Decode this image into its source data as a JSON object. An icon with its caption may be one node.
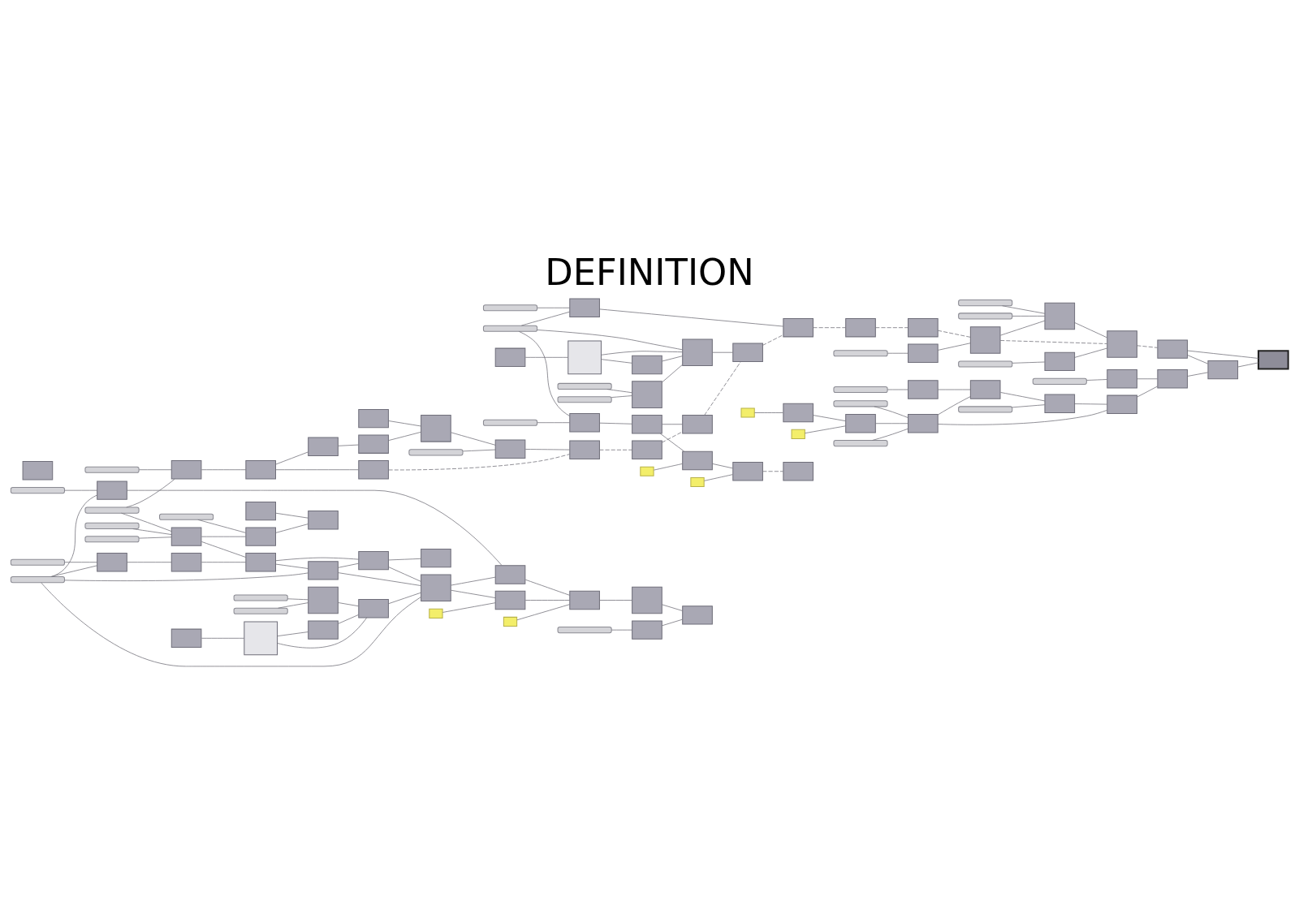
{
  "diagram": {
    "title": "DEFINITION",
    "nodes": [
      {
        "text": [],
        "shape": "bar"
      },
      {
        "text": [],
        "shape": "bar"
      },
      {
        "text": [],
        "shape": "box"
      },
      {
        "text": [],
        "shape": "box"
      },
      {
        "text": [],
        "shape": "box"
      },
      {
        "text": [],
        "shape": "box"
      },
      {
        "text": [],
        "shape": "box"
      },
      {
        "text": [],
        "shape": "box"
      },
      {
        "text": [],
        "shape": "box"
      },
      {
        "text": [],
        "shape": "bar"
      },
      {
        "text": [],
        "shape": "box"
      },
      {
        "text": [],
        "shape": "box"
      },
      {
        "text": [],
        "shape": "box"
      },
      {
        "text": [],
        "shape": "bar"
      },
      {
        "text": [],
        "shape": "bar"
      },
      {
        "text": [],
        "shape": "box"
      },
      {
        "text": [],
        "shape": "box"
      },
      {
        "text": [],
        "shape": "box"
      },
      {
        "text": [],
        "shape": "box"
      },
      {
        "text": [],
        "shape": "box"
      },
      {
        "text": [],
        "shape": "box"
      },
      {
        "text": [],
        "shape": "box"
      },
      {
        "text": [],
        "shape": "box"
      },
      {
        "text": [],
        "shape": "box"
      },
      {
        "text": [],
        "shape": "box"
      },
      {
        "text": [],
        "shape": "box"
      },
      {
        "text": [],
        "shape": "box"
      },
      {
        "text": [],
        "shape": "box"
      },
      {
        "text": [],
        "shape": "box"
      },
      {
        "text": [],
        "shape": "box"
      },
      {
        "text": [],
        "shape": "bar"
      },
      {
        "text": [],
        "shape": "box"
      },
      {
        "text": [],
        "shape": "bar"
      },
      {
        "text": [],
        "shape": "bar"
      },
      {
        "text": [],
        "shape": "box"
      },
      {
        "text": [],
        "shape": "box"
      },
      {
        "text": [],
        "shape": "bar"
      },
      {
        "text": [],
        "shape": "box"
      },
      {
        "text": [],
        "shape": "box"
      },
      {
        "text": [],
        "shape": "bar"
      },
      {
        "text": [],
        "shape": "box"
      },
      {
        "text": [],
        "shape": "bar"
      },
      {
        "text": [],
        "shape": "bar"
      },
      {
        "text": [],
        "shape": "box"
      },
      {
        "text": [],
        "shape": "box"
      },
      {
        "text": [],
        "shape": "box"
      },
      {
        "text": [],
        "shape": "box"
      },
      {
        "text": [],
        "shape": "box"
      },
      {
        "text": [],
        "shape": "box"
      },
      {
        "text": [],
        "shape": "box"
      },
      {
        "text": [],
        "shape": "bar"
      },
      {
        "text": [],
        "shape": "bar"
      },
      {
        "text": [],
        "shape": "box"
      },
      {
        "text": [],
        "shape": "bar"
      },
      {
        "text": [],
        "shape": "box"
      },
      {
        "text": [],
        "shape": "box"
      },
      {
        "text": [],
        "shape": "bar"
      },
      {
        "text": [],
        "shape": "box"
      },
      {
        "text": [],
        "shape": "box"
      },
      {
        "text": [],
        "shape": "bar"
      },
      {
        "text": [],
        "shape": "box"
      },
      {
        "text": [],
        "shape": "box"
      },
      {
        "text": [],
        "shape": "box"
      },
      {
        "text": [],
        "shape": "box"
      },
      {
        "text": [],
        "shape": "bar"
      },
      {
        "text": [],
        "shape": "bar"
      },
      {
        "text": [],
        "shape": "box"
      },
      {
        "text": [],
        "shape": "bar"
      },
      {
        "text": [],
        "shape": "bar"
      },
      {
        "text": [],
        "shape": "box"
      },
      {
        "text": [],
        "shape": "box"
      },
      {
        "text": [],
        "shape": "box"
      },
      {
        "text": [],
        "shape": "box"
      },
      {
        "text": [],
        "shape": "box"
      },
      {
        "text": [],
        "shape": "bar"
      },
      {
        "text": [],
        "shape": "box"
      },
      {
        "text": [],
        "shape": "box"
      },
      {
        "text": [],
        "shape": "box"
      },
      {
        "text": [],
        "shape": "box"
      },
      {
        "text": [],
        "shape": "box"
      },
      {
        "text": [],
        "shape": "box"
      },
      {
        "text": [],
        "shape": "box"
      },
      {
        "text": [],
        "shape": "box"
      },
      {
        "text": [],
        "shape": "box"
      },
      {
        "text": [],
        "shape": "box"
      },
      {
        "text": [],
        "shape": "box"
      },
      {
        "text": [],
        "shape": "box"
      },
      {
        "text": [],
        "shape": "bar"
      },
      {
        "text": [],
        "shape": "box"
      },
      {
        "text": [],
        "shape": "box"
      },
      {
        "text": [],
        "shape": "bar"
      },
      {
        "text": [],
        "shape": "box"
      },
      {
        "text": [],
        "shape": "box"
      },
      {
        "text": [],
        "shape": "box"
      },
      {
        "text": [],
        "shape": "box"
      },
      {
        "text": [],
        "shape": "box"
      },
      {
        "text": [],
        "shape": "bar"
      },
      {
        "text": [],
        "shape": "bar"
      },
      {
        "text": [],
        "shape": "box"
      }
    ],
    "edges": [
      {
        "from": 0,
        "to": 2,
        "arrow": "none"
      },
      {
        "from": 1,
        "to": 2,
        "arrow": "none"
      },
      {
        "from": 2,
        "to": 3,
        "arrow": "none"
      },
      {
        "from": 3,
        "to": 4,
        "arrow": "none"
      },
      {
        "from": 4,
        "to": 5,
        "arrow": "none"
      },
      {
        "from": 3,
        "to": 6,
        "arrow": "none"
      },
      {
        "from": 5,
        "to": 8,
        "arrow": "none"
      },
      {
        "from": 7,
        "to": 8,
        "arrow": "none"
      },
      {
        "from": 8,
        "to": 10,
        "arrow": "none"
      },
      {
        "from": 9,
        "to": 10,
        "arrow": "none"
      },
      {
        "from": 10,
        "to": 11,
        "arrow": "none"
      },
      {
        "from": 6,
        "to": 11,
        "arrow": "none",
        "style": "dashed"
      },
      {
        "from": 11,
        "to": 12,
        "arrow": "none",
        "style": "dashed"
      },
      {
        "from": 13,
        "to": 15,
        "arrow": "none"
      },
      {
        "from": 14,
        "to": 15,
        "arrow": "none"
      },
      {
        "from": 15,
        "to": 16,
        "arrow": "none"
      },
      {
        "from": 16,
        "to": 19,
        "arrow": "none"
      },
      {
        "from": 16,
        "to": 17,
        "arrow": "none"
      },
      {
        "from": 12,
        "to": 17,
        "arrow": "none",
        "style": "dashed"
      },
      {
        "from": 18,
        "to": 19,
        "arrow": "none"
      },
      {
        "from": 19,
        "to": 21,
        "arrow": "none"
      },
      {
        "from": 20,
        "to": 21,
        "arrow": "none"
      },
      {
        "from": 21,
        "to": 22,
        "arrow": "none",
        "style": "dashed"
      },
      {
        "from": 17,
        "to": 23,
        "arrow": "none",
        "style": "dashed"
      },
      {
        "from": 29,
        "to": 23,
        "arrow": "none"
      },
      {
        "from": 23,
        "to": 24,
        "arrow": "none",
        "style": "dashed"
      },
      {
        "from": 31,
        "to": 24,
        "arrow": "none"
      },
      {
        "from": 24,
        "to": 25,
        "arrow": "none",
        "style": "dashed"
      },
      {
        "from": 26,
        "to": 27,
        "arrow": "none"
      },
      {
        "from": 27,
        "to": 28,
        "arrow": "none"
      },
      {
        "from": 27,
        "to": 29,
        "arrow": "none"
      },
      {
        "from": 28,
        "to": 29,
        "arrow": "none"
      },
      {
        "from": 14,
        "to": 29,
        "arrow": "none"
      },
      {
        "from": 34,
        "to": 29,
        "arrow": "none"
      },
      {
        "from": 30,
        "to": 31,
        "arrow": "none"
      },
      {
        "from": 14,
        "to": 31,
        "arrow": "none"
      },
      {
        "from": 32,
        "to": 34,
        "arrow": "none"
      },
      {
        "from": 33,
        "to": 34,
        "arrow": "none"
      },
      {
        "from": 25,
        "to": 35,
        "arrow": "none",
        "style": "dashed"
      },
      {
        "from": 36,
        "to": 37,
        "arrow": "none"
      },
      {
        "from": 35,
        "to": 38,
        "arrow": "none",
        "style": "dashed"
      },
      {
        "from": 37,
        "to": 38,
        "arrow": "none"
      },
      {
        "from": 39,
        "to": 40,
        "arrow": "none"
      },
      {
        "from": 38,
        "to": 43,
        "arrow": "none"
      },
      {
        "from": 41,
        "to": 43,
        "arrow": "none"
      },
      {
        "from": 42,
        "to": 43,
        "arrow": "none"
      },
      {
        "from": 38,
        "to": 44,
        "arrow": "none",
        "style": "dashed"
      },
      {
        "from": 40,
        "to": 44,
        "arrow": "none"
      },
      {
        "from": 43,
        "to": 44,
        "arrow": "none"
      },
      {
        "from": 44,
        "to": 45,
        "arrow": "none",
        "style": "dashed"
      },
      {
        "from": 46,
        "to": 47,
        "arrow": "none"
      },
      {
        "from": 47,
        "to": 48,
        "arrow": "none"
      },
      {
        "from": 49,
        "to": 48,
        "arrow": "none"
      },
      {
        "from": 48,
        "to": 52,
        "arrow": "none"
      },
      {
        "from": 50,
        "to": 52,
        "arrow": "none"
      },
      {
        "from": 51,
        "to": 52,
        "arrow": "none"
      },
      {
        "from": 52,
        "to": 55,
        "arrow": "none"
      },
      {
        "from": 53,
        "to": 54,
        "arrow": "none"
      },
      {
        "from": 54,
        "to": 55,
        "arrow": "none"
      },
      {
        "from": 55,
        "to": 57,
        "arrow": "none"
      },
      {
        "from": 56,
        "to": 57,
        "arrow": "none"
      },
      {
        "from": 52,
        "to": 58,
        "arrow": "none"
      },
      {
        "from": 57,
        "to": 58,
        "arrow": "none"
      },
      {
        "from": 58,
        "to": 61,
        "arrow": "none"
      },
      {
        "from": 59,
        "to": 60,
        "arrow": "none"
      },
      {
        "from": 60,
        "to": 61,
        "arrow": "none"
      },
      {
        "from": 61,
        "to": 62,
        "arrow": "none"
      },
      {
        "from": 62,
        "to": 63,
        "arrow": "none"
      },
      {
        "from": 45,
        "to": 63,
        "arrow": "none"
      },
      {
        "from": 45,
        "to": 62,
        "arrow": "none"
      },
      {
        "from": 1,
        "to": 66,
        "arrow": "none"
      },
      {
        "from": 64,
        "to": 66,
        "arrow": "none"
      },
      {
        "from": 65,
        "to": 66,
        "arrow": "none"
      },
      {
        "from": 67,
        "to": 69,
        "arrow": "none"
      },
      {
        "from": 68,
        "to": 69,
        "arrow": "none"
      },
      {
        "from": 69,
        "to": 70,
        "arrow": "none"
      },
      {
        "from": 70,
        "to": 71,
        "arrow": "none"
      },
      {
        "from": 66,
        "to": 71,
        "arrow": "none"
      },
      {
        "from": 71,
        "to": 72,
        "arrow": "none"
      },
      {
        "from": 68,
        "to": 72,
        "arrow": "none"
      },
      {
        "from": 72,
        "to": 73,
        "arrow": "none"
      },
      {
        "from": 71,
        "to": 73,
        "arrow": "none"
      },
      {
        "from": 66,
        "to": 75,
        "arrow": "none"
      },
      {
        "from": 74,
        "to": 75,
        "arrow": "none"
      },
      {
        "from": 75,
        "to": 76,
        "arrow": "none"
      },
      {
        "from": 79,
        "to": 76,
        "arrow": "none"
      },
      {
        "from": 73,
        "to": 77,
        "arrow": "none"
      },
      {
        "from": 73,
        "to": 80,
        "arrow": "none"
      },
      {
        "from": 72,
        "to": 80,
        "arrow": "none"
      },
      {
        "from": 68,
        "to": 80,
        "arrow": "none"
      },
      {
        "from": 94,
        "to": 80,
        "arrow": "none"
      },
      {
        "from": 80,
        "to": 81,
        "arrow": "none"
      },
      {
        "from": 81,
        "to": 83,
        "arrow": "none"
      },
      {
        "from": 82,
        "to": 83,
        "arrow": "none"
      },
      {
        "from": 84,
        "to": 83,
        "arrow": "none"
      },
      {
        "from": 80,
        "to": 84,
        "arrow": "none"
      },
      {
        "from": 85,
        "to": 84,
        "arrow": "none"
      },
      {
        "from": 86,
        "to": 81,
        "arrow": "none"
      },
      {
        "from": 87,
        "to": 86,
        "arrow": "none"
      },
      {
        "from": 68,
        "to": 86,
        "arrow": "none"
      },
      {
        "from": 83,
        "to": 88,
        "arrow": "none"
      },
      {
        "from": 88,
        "to": 89,
        "arrow": "none"
      },
      {
        "from": 91,
        "to": 89,
        "arrow": "none"
      },
      {
        "from": 90,
        "to": 91,
        "arrow": "none"
      },
      {
        "from": 92,
        "to": 93,
        "arrow": "none"
      },
      {
        "from": 93,
        "to": 94,
        "arrow": "none"
      },
      {
        "from": 93,
        "to": 95,
        "arrow": "none"
      },
      {
        "from": 95,
        "to": 94,
        "arrow": "none"
      },
      {
        "from": 96,
        "to": 98,
        "arrow": "none"
      },
      {
        "from": 97,
        "to": 98,
        "arrow": "none"
      },
      {
        "from": 98,
        "to": 94,
        "arrow": "none"
      }
    ]
  }
}
